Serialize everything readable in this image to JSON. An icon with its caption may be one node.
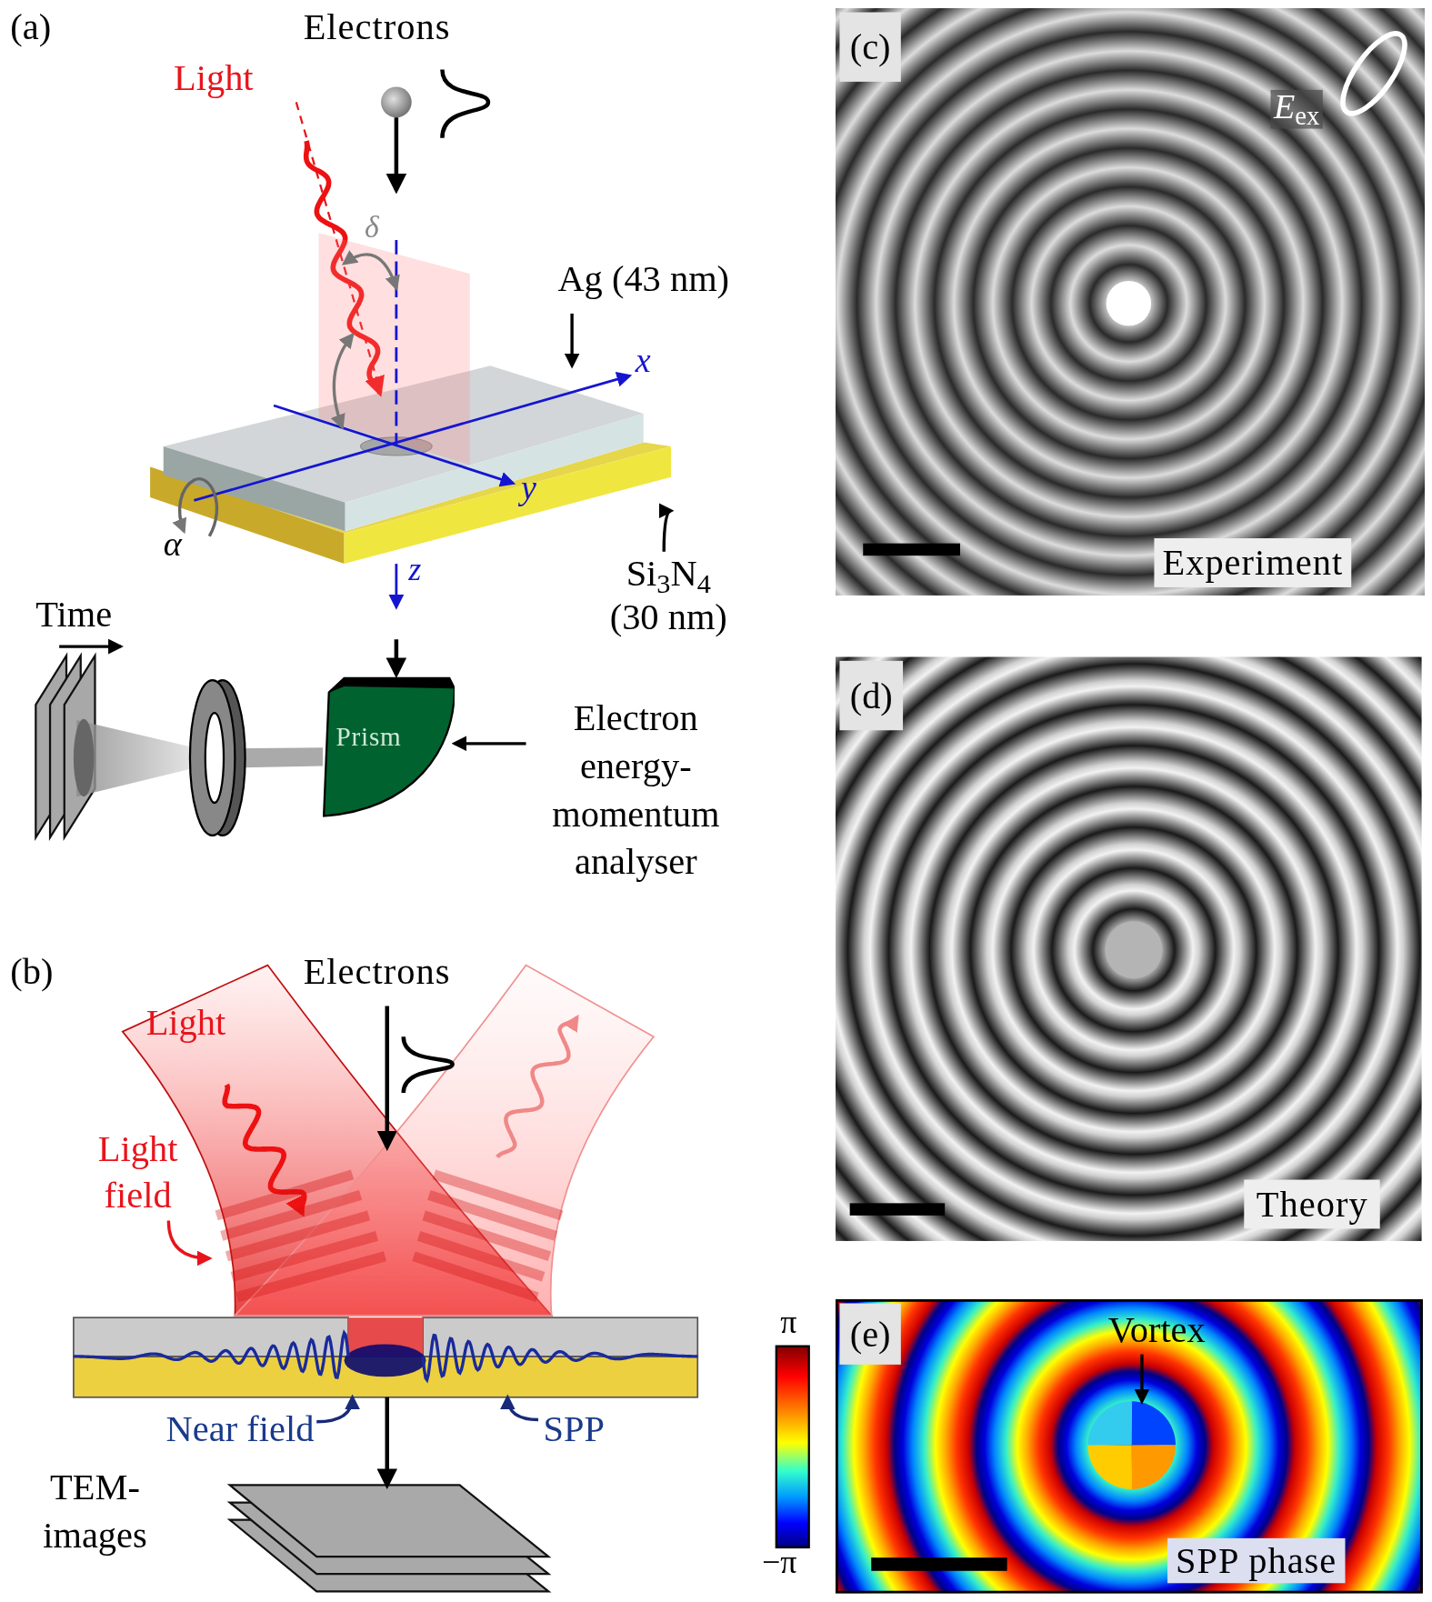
{
  "diagram": {
    "nodes": [
      {
        "text": [],
        "shape": "circle"
      },
      {
        "text": [],
        "shape": "box"
      },
      {
        "text": [],
        "shape": "box"
      },
      {
        "text": [
          "Ag (43 nm)"
        ]
      },
      {
        "text": [
          "Si$_{3}$N$_{4}$ (30 nm)"
        ]
      },
      {
        "text": [
          "Prism"
        ]
      },
      {
        "text": [
          "Electron energy-momentum analyser"
        ]
      },
      {
        "text": [
          "Light field"
        ]
      },
      {
        "text": [],
        "shape": "box"
      },
      {
        "text": [
          "Near field"
        ]
      },
      {
        "text": [
          "SPP"
        ]
      },
      {
        "text": [],
        "shape": "box"
      },
      {
        "text": [
          "TEM- images"
        ]
      },
      {
        "text": [
          "Vortex"
        ]
      },
      {
        "text": [],
        "shape": "picture"
      },
      {
        "text": [],
        "shape": "circle"
      }
    ],
    "edges": [
      {
        "from": 0,
        "to": null,
        "arrow": "to"
      },
      {
        "from": null,
        "to": 5,
        "arrow": "to"
      },
      {
        "from": 3,
        "to": 1,
        "arrow": "to"
      },
      {
        "from": 4,
        "to": 2,
        "arrow": "to"
      },
      {
        "from": 6,
        "to": 5,
        "arrow": "to"
      },
      {
        "from": 7,
        "to": 14,
        "arrow": "to",
        "color": "#e8141c"
      },
      {
        "from": 9,
        "to": 8,
        "arrow": "to",
        "color": "#1a2a7a"
      },
      {
        "from": 10,
        "to": 8,
        "arrow": "to",
        "color": "#1a2a7a"
      },
      {
        "from": 8,
        "to": 11,
        "arrow": "to"
      },
      {
        "from": 13,
        "to": 15,
        "arrow": "to"
      }
    ],
    "labels": [
      "(a)",
      "Electrons",
      "Light",
      "δ",
      "x",
      "y",
      "α",
      "z",
      "Time",
      "(b)",
      "Electrons",
      "Light",
      "(c)",
      "*E*$_{ex}$",
      "Experiment",
      "(d)",
      "Theory",
      "π",
      "(e)",
      "−π",
      "SPP phase"
    ]
  }
}
